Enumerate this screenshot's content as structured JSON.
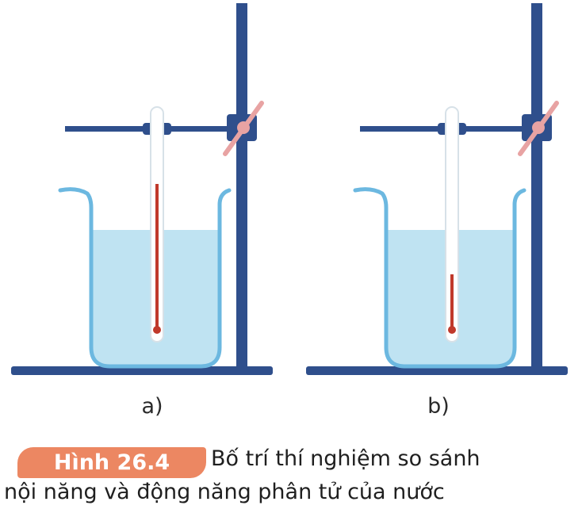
{
  "panels": [
    {
      "label": "a)"
    },
    {
      "label": "b)"
    }
  ],
  "caption": {
    "badge": "Hình 26.4",
    "line1": "Bố trí thí nghiệm so sánh",
    "line2": "nội năng và động năng phân tử của nước"
  },
  "colors": {
    "stand": "#2f4f8c",
    "water": "#bfe3f2",
    "beaker_outline": "#6cb8e0",
    "thermometer_liquid": "#c0392b",
    "clamp_rod": "#e8a3a3",
    "badge": "#ec8762"
  }
}
